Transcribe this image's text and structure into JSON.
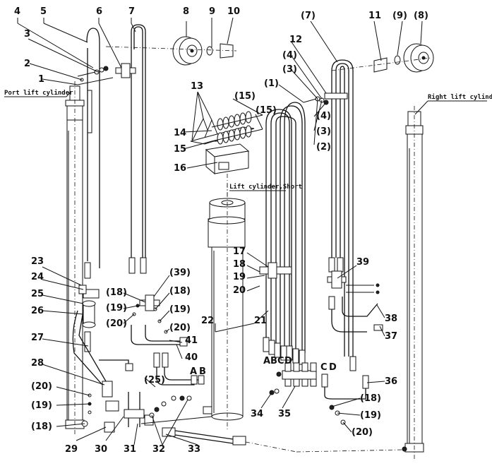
{
  "captions": {
    "port": "Port lift cylinder",
    "right": "Right lift cylinder",
    "short": "Lift cylinder,Short"
  },
  "callouts": [
    {
      "id": "c4",
      "text": "4"
    },
    {
      "id": "c5",
      "text": "5"
    },
    {
      "id": "c6",
      "text": "6"
    },
    {
      "id": "c7",
      "text": "7"
    },
    {
      "id": "c8",
      "text": "8"
    },
    {
      "id": "c9",
      "text": "9"
    },
    {
      "id": "c10",
      "text": "10"
    },
    {
      "id": "c3",
      "text": "3"
    },
    {
      "id": "c2",
      "text": "2"
    },
    {
      "id": "c1",
      "text": "1"
    },
    {
      "id": "cp7",
      "text": "(7)"
    },
    {
      "id": "c11",
      "text": "11"
    },
    {
      "id": "cp9",
      "text": "(9)"
    },
    {
      "id": "cp8",
      "text": "(8)"
    },
    {
      "id": "c12",
      "text": "12"
    },
    {
      "id": "cp4a",
      "text": "(4)"
    },
    {
      "id": "cp3a",
      "text": "(3)"
    },
    {
      "id": "cp1",
      "text": "(1)"
    },
    {
      "id": "cp4b",
      "text": "(4)"
    },
    {
      "id": "cp3b",
      "text": "(3)"
    },
    {
      "id": "cp2",
      "text": "(2)"
    },
    {
      "id": "c13",
      "text": "13"
    },
    {
      "id": "cp15a",
      "text": "(15)"
    },
    {
      "id": "cp15b",
      "text": "(15)"
    },
    {
      "id": "c14",
      "text": "14"
    },
    {
      "id": "c15",
      "text": "15"
    },
    {
      "id": "c16",
      "text": "16"
    },
    {
      "id": "c17",
      "text": "17"
    },
    {
      "id": "c18",
      "text": "18"
    },
    {
      "id": "c19",
      "text": "19"
    },
    {
      "id": "c20",
      "text": "20"
    },
    {
      "id": "c21",
      "text": "21"
    },
    {
      "id": "c22",
      "text": "22"
    },
    {
      "id": "c23",
      "text": "23"
    },
    {
      "id": "c24",
      "text": "24"
    },
    {
      "id": "c25",
      "text": "25"
    },
    {
      "id": "c26",
      "text": "26"
    },
    {
      "id": "c27",
      "text": "27"
    },
    {
      "id": "c28",
      "text": "28"
    },
    {
      "id": "cp20a",
      "text": "(20)"
    },
    {
      "id": "cp19a",
      "text": "(19)"
    },
    {
      "id": "cp18a",
      "text": "(18)"
    },
    {
      "id": "cp39a",
      "text": "(39)"
    },
    {
      "id": "cp18b",
      "text": "(18)"
    },
    {
      "id": "cp19b",
      "text": "(19)"
    },
    {
      "id": "cp20b",
      "text": "(20)"
    },
    {
      "id": "cp18c",
      "text": "(18)"
    },
    {
      "id": "cp19c",
      "text": "(19)"
    },
    {
      "id": "cp20c",
      "text": "(20)"
    },
    {
      "id": "c41",
      "text": "41"
    },
    {
      "id": "c40",
      "text": "40"
    },
    {
      "id": "cA1",
      "text": "A"
    },
    {
      "id": "cB1",
      "text": "B"
    },
    {
      "id": "cA2",
      "text": "A"
    },
    {
      "id": "cB2",
      "text": "B"
    },
    {
      "id": "cC2",
      "text": "C"
    },
    {
      "id": "cD2",
      "text": "D"
    },
    {
      "id": "cC3",
      "text": "C"
    },
    {
      "id": "cD3",
      "text": "D"
    },
    {
      "id": "c39",
      "text": "39"
    },
    {
      "id": "c38",
      "text": "38"
    },
    {
      "id": "c37",
      "text": "37"
    },
    {
      "id": "c36",
      "text": "36"
    },
    {
      "id": "cp18d",
      "text": "(18)"
    },
    {
      "id": "cp19d",
      "text": "(19)"
    },
    {
      "id": "cp20d",
      "text": "(20)"
    },
    {
      "id": "cp25",
      "text": "(25)"
    },
    {
      "id": "c29",
      "text": "29"
    },
    {
      "id": "c30",
      "text": "30"
    },
    {
      "id": "c31",
      "text": "31"
    },
    {
      "id": "c32",
      "text": "32"
    },
    {
      "id": "c33",
      "text": "33"
    },
    {
      "id": "c34",
      "text": "34"
    },
    {
      "id": "c35",
      "text": "35"
    }
  ]
}
